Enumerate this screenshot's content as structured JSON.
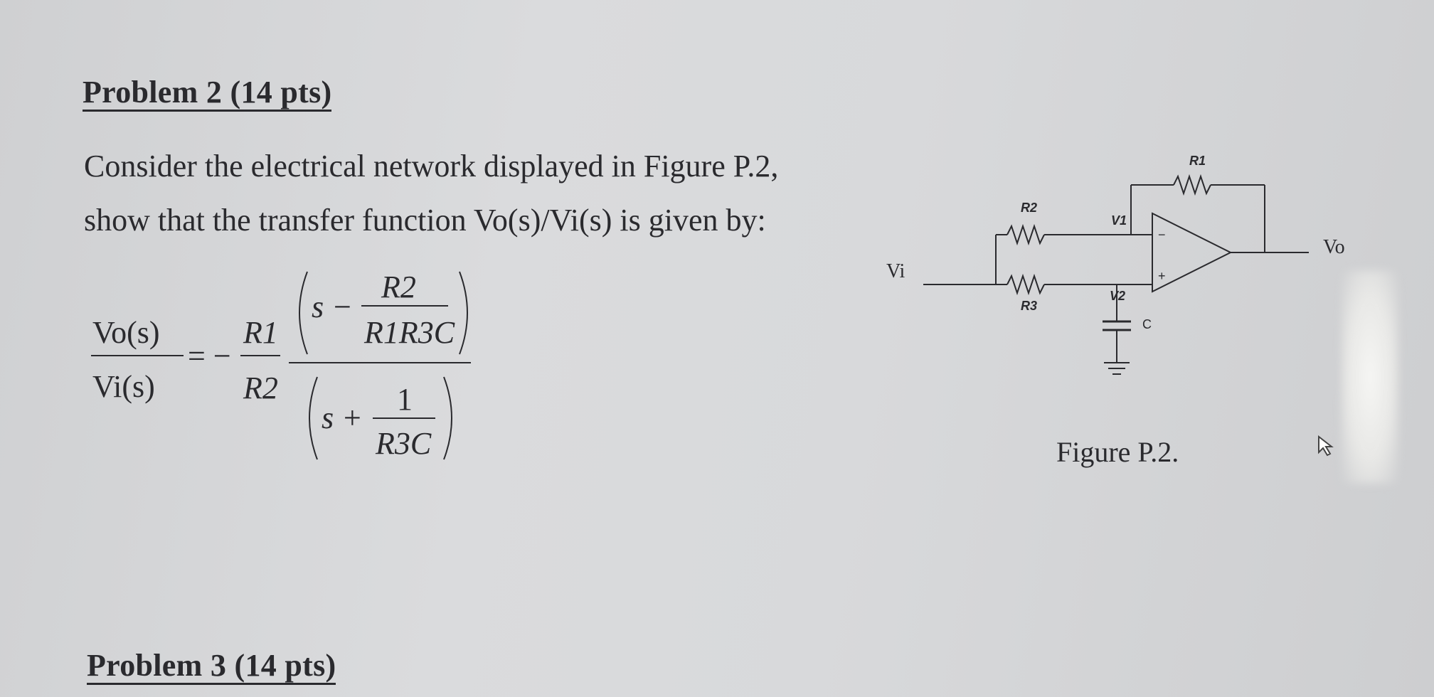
{
  "problem2": {
    "heading": "Problem 2 (14 pts)",
    "line1": "Consider the electrical network displayed in Figure P.2,",
    "line2": "show that the transfer function Vo(s)/Vi(s) is given by:"
  },
  "equation": {
    "lhs_num": "Vo(s)",
    "lhs_den": "Vi(s)",
    "eq_sign": "= −",
    "ratio_num": "R1",
    "ratio_den": "R2",
    "top_s": "s −",
    "top_frac_num": "R2",
    "top_frac_den": "R1R3C",
    "bot_s": "s +",
    "bot_frac_num": "1",
    "bot_frac_den": "R3C"
  },
  "circuit": {
    "label_r1": "R1",
    "label_r2": "R2",
    "label_r3": "R3",
    "label_v1": "V1",
    "label_v2": "V2",
    "label_c": "C",
    "label_vi": "Vi",
    "label_vo": "Vo",
    "minus_sign": "−",
    "plus_sign": "+"
  },
  "figure_caption": "Figure P.2.",
  "problem3": {
    "heading": "Problem 3 (14 pts)"
  },
  "icons": {
    "cursor": "mouse-pointer-icon"
  }
}
